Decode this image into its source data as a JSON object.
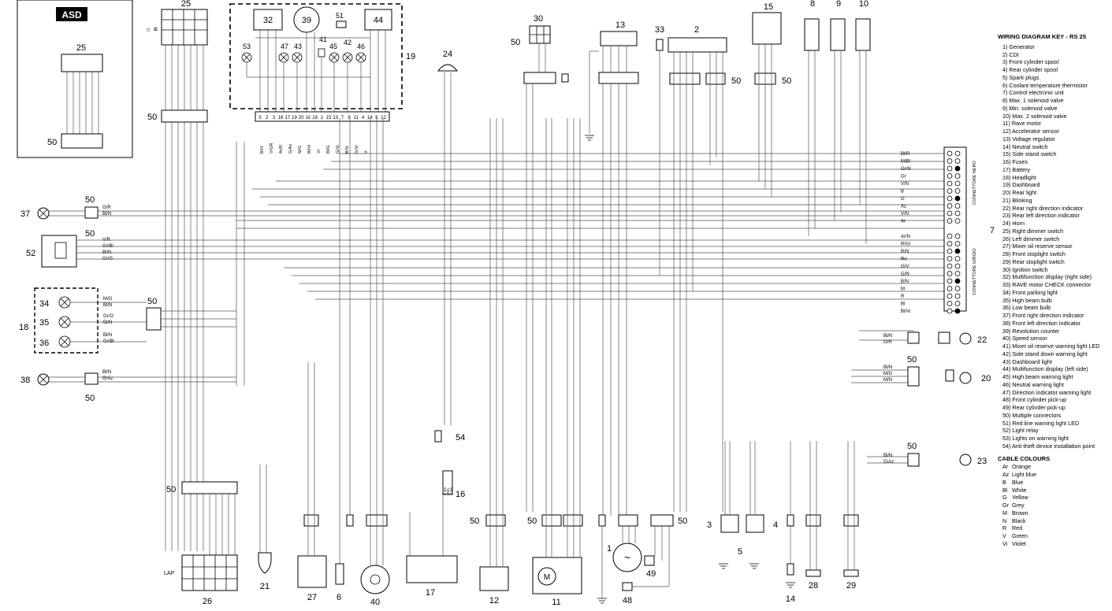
{
  "asd_label": "ASD",
  "key_title": "WIRING DIAGRAM KEY - RS 25",
  "key_items": [
    "1) Generator",
    "2) CDI",
    "3) Front cylinder spool",
    "4) Rear cylinder spool",
    "5) Spark plugs",
    "6) Coolant temperature thermistor",
    "7) Control electronic unit",
    "8) Max. 1 solenoid valve",
    "9) Min. solenoid valve",
    "10) Max. 2 solenoid valve",
    "11) Rave motor",
    "12) Accelerator sensor",
    "13) Voltage regulator",
    "14) Neutral switch",
    "15) Side stand switch",
    "16) Fuses",
    "17) Battery",
    "18) Headlight",
    "19) Dashboard",
    "20) Rear light",
    "21) Blinking",
    "22) Rear right direction indicator",
    "23) Rear left direction indicator",
    "24) Horn",
    "25) Right dimmer switch",
    "26) Left dimmer switch",
    "27) Mixer oil reserve sensor",
    "28) Front stoplight switch",
    "29) Rear stoplight switch",
    "30) Ignition switch",
    "32) Multifunction display (right side)",
    "33) RAVE motor CHECK connector",
    "34) Front parking light",
    "35) High beam bulb",
    "36) Low beam bulb",
    "37) Front right direction indicator",
    "38) Front left direction indicator",
    "39) Revolution counter",
    "40) Speed sensor",
    "41) Mixer oil reserve warning light LED",
    "42) Side stand down warning light",
    "43) Dashboard light",
    "44) Multifunction display (left side)",
    "45) High beam warning light",
    "46) Neutral warning light",
    "47) Direction indicator warning light",
    "48) Front cylinder pick-up",
    "49) Rear cylinder pick-up",
    "50) Multiple connectors",
    "51) Red line warning light LED",
    "52) Light relay",
    "53) Lights on warning light",
    "54) Anti-theft device installation point"
  ],
  "colours_title": "CABLE COLOURS",
  "colours": [
    {
      "code": "Ar",
      "name": "Orange"
    },
    {
      "code": "Az",
      "name": "Light blue"
    },
    {
      "code": "B",
      "name": "Blue"
    },
    {
      "code": "Bl",
      "name": "White"
    },
    {
      "code": "G",
      "name": "Yellow"
    },
    {
      "code": "Gr",
      "name": "Grey"
    },
    {
      "code": "M",
      "name": "Brown"
    },
    {
      "code": "N",
      "name": "Black"
    },
    {
      "code": "R",
      "name": "Red"
    },
    {
      "code": "V",
      "name": "Green"
    },
    {
      "code": "Vi",
      "name": "Violet"
    }
  ],
  "connector_nero_label": "CONNETTORE NERO",
  "connector_grigio_label": "CONNETTORE GRIGIO",
  "labels": {
    "n1": "1",
    "n2": "2",
    "n3": "3",
    "n4": "4",
    "n5": "5",
    "n6": "6",
    "n7": "7",
    "n8": "8",
    "n9": "9",
    "n10": "10",
    "n11": "11",
    "n12": "12",
    "n13": "13",
    "n14": "14",
    "n15": "15",
    "n16": "16",
    "n17": "17",
    "n18": "18",
    "n19": "19",
    "n20": "20",
    "n21": "21",
    "n22": "22",
    "n23": "23",
    "n24": "24",
    "n25a": "25",
    "n25b": "25",
    "n26": "26",
    "n27": "27",
    "n28": "28",
    "n29": "29",
    "n30": "30",
    "n32": "32",
    "n33": "33",
    "n34": "34",
    "n35": "35",
    "n36": "36",
    "n37": "37",
    "n38": "38",
    "n39": "39",
    "n40": "40",
    "n41": "41",
    "n42": "42",
    "n43": "43",
    "n44": "44",
    "n45": "45",
    "n46": "46",
    "n47": "47",
    "n48": "48",
    "n49": "49",
    "n51": "51",
    "n52": "52",
    "n53": "53",
    "n54": "54",
    "c50": "50"
  },
  "nero_wires": [
    "Bl/R",
    "M/Bl",
    "Gr/N",
    "Gr",
    "V/N",
    "B",
    "G",
    "Az",
    "V/N",
    "Ar"
  ],
  "grigio_wires": [
    "Ar/N",
    "R/Gr",
    "R/N",
    "Ro",
    "G/V",
    "G/N",
    "B/N",
    "M",
    "R",
    "Bl",
    "Bl/Vi"
  ],
  "cdi_pins": [
    "5",
    "2",
    "3",
    "16",
    "17",
    "19",
    "20",
    "10",
    "18",
    "1",
    "15",
    "13",
    "7",
    "8",
    "11",
    "4",
    "14",
    "6",
    "12"
  ],
  "cdi_wires": [
    "Bl/V",
    "V/GR",
    "Ar/R",
    "G/Az",
    "M/G",
    "Bl/Vi",
    "Vi",
    "Bl/G",
    "G/Vi",
    "B/N",
    "G/Vi",
    "V"
  ],
  "fuse_labels": [
    "7,5A",
    "20A",
    "7,5A"
  ],
  "left_wires": {
    "w37": [
      "G/R",
      "Bl/N"
    ],
    "w52": [
      "V/R",
      "Gr/Bl",
      "Bl/N",
      "Gr/G"
    ],
    "w18": [
      "M/G",
      "Bl/N",
      "Gr/G",
      "Bl/N",
      "Bl/N",
      "Gr/Bl"
    ],
    "w38": [
      "Bl/N",
      "G/Az"
    ]
  },
  "right_wires": {
    "w22": [
      "Bl/N",
      "G/R"
    ],
    "w20": [
      "Bl/N",
      "M/G",
      "M/N"
    ],
    "w23": [
      "Bl/N",
      "G/Az"
    ]
  }
}
